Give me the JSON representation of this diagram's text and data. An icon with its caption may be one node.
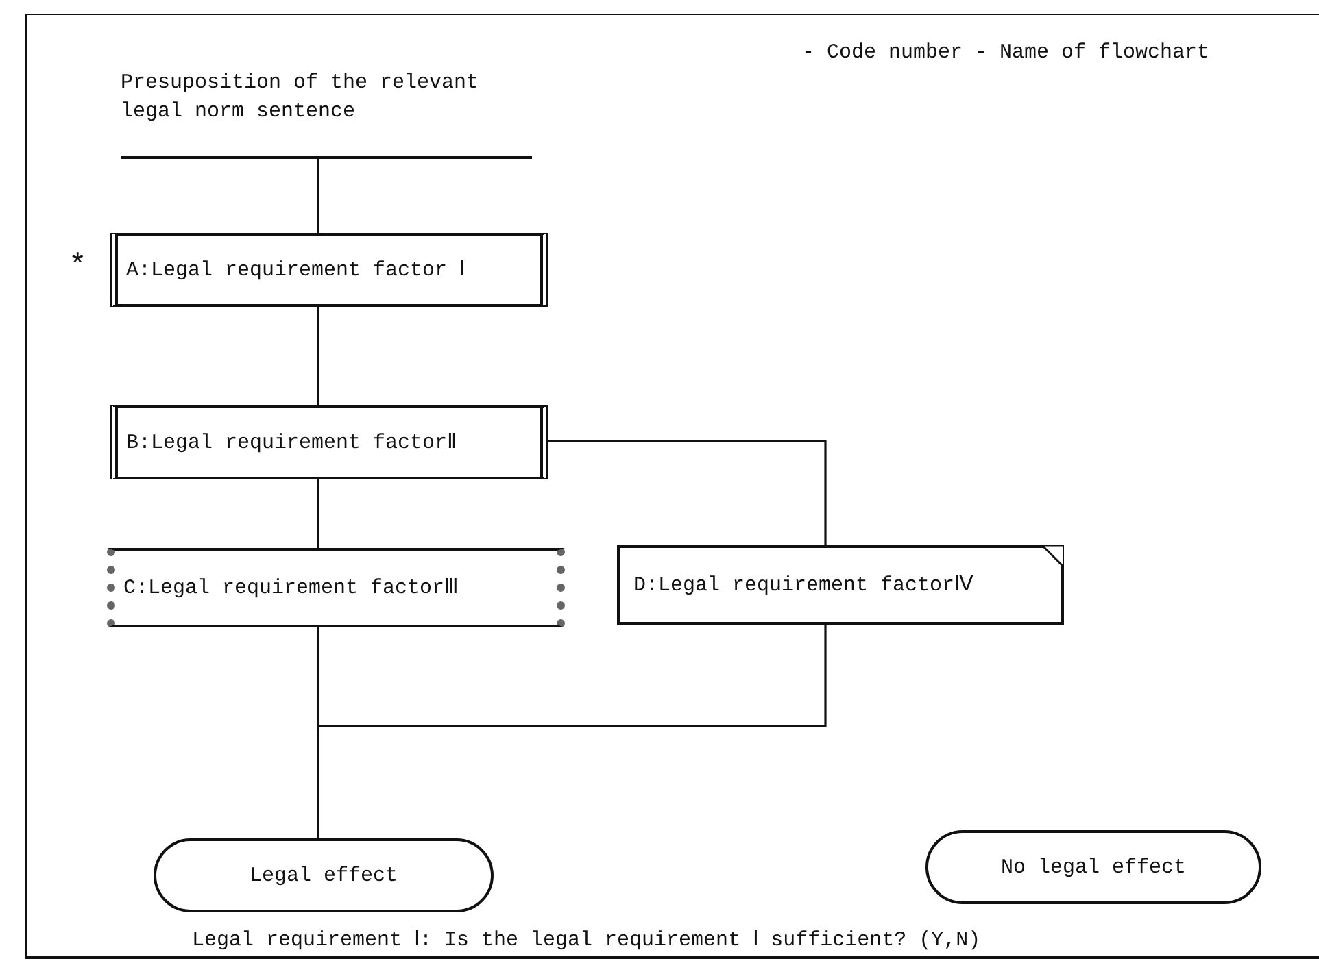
{
  "diagram": {
    "nodes": [
      {
        "text": [
          "Presuposition of the relevant legal norm sentence"
        ]
      },
      {
        "text": [
          "A:Legal requirement factor Ⅰ"
        ],
        "beside": [
          "*"
        ]
      },
      {
        "text": [
          "B:Legal requirement factorⅡ"
        ]
      },
      {
        "text": [
          "C:Legal requirement factorⅢ"
        ]
      },
      {
        "text": [
          "D:Legal requirement factorⅣ"
        ]
      },
      {
        "text": [
          "Legal effect"
        ]
      },
      {
        "text": [
          "No legal effect"
        ]
      }
    ],
    "edges": [
      {
        "from": 0,
        "to": 1,
        "arrow": "none"
      },
      {
        "from": 1,
        "to": 2,
        "arrow": "none"
      },
      {
        "from": 2,
        "to": 3,
        "arrow": "none"
      },
      {
        "from": 2,
        "to": 4,
        "arrow": "none"
      },
      {
        "from": 3,
        "to": 5,
        "arrow": "none"
      },
      {
        "from": 4,
        "to": 5,
        "arrow": "none"
      }
    ],
    "labels": [
      "- Code number - Name of flowchart",
      "Legal requirement Ⅰ: Is the legal requirement Ⅰ sufficient? (Y,N)"
    ]
  }
}
